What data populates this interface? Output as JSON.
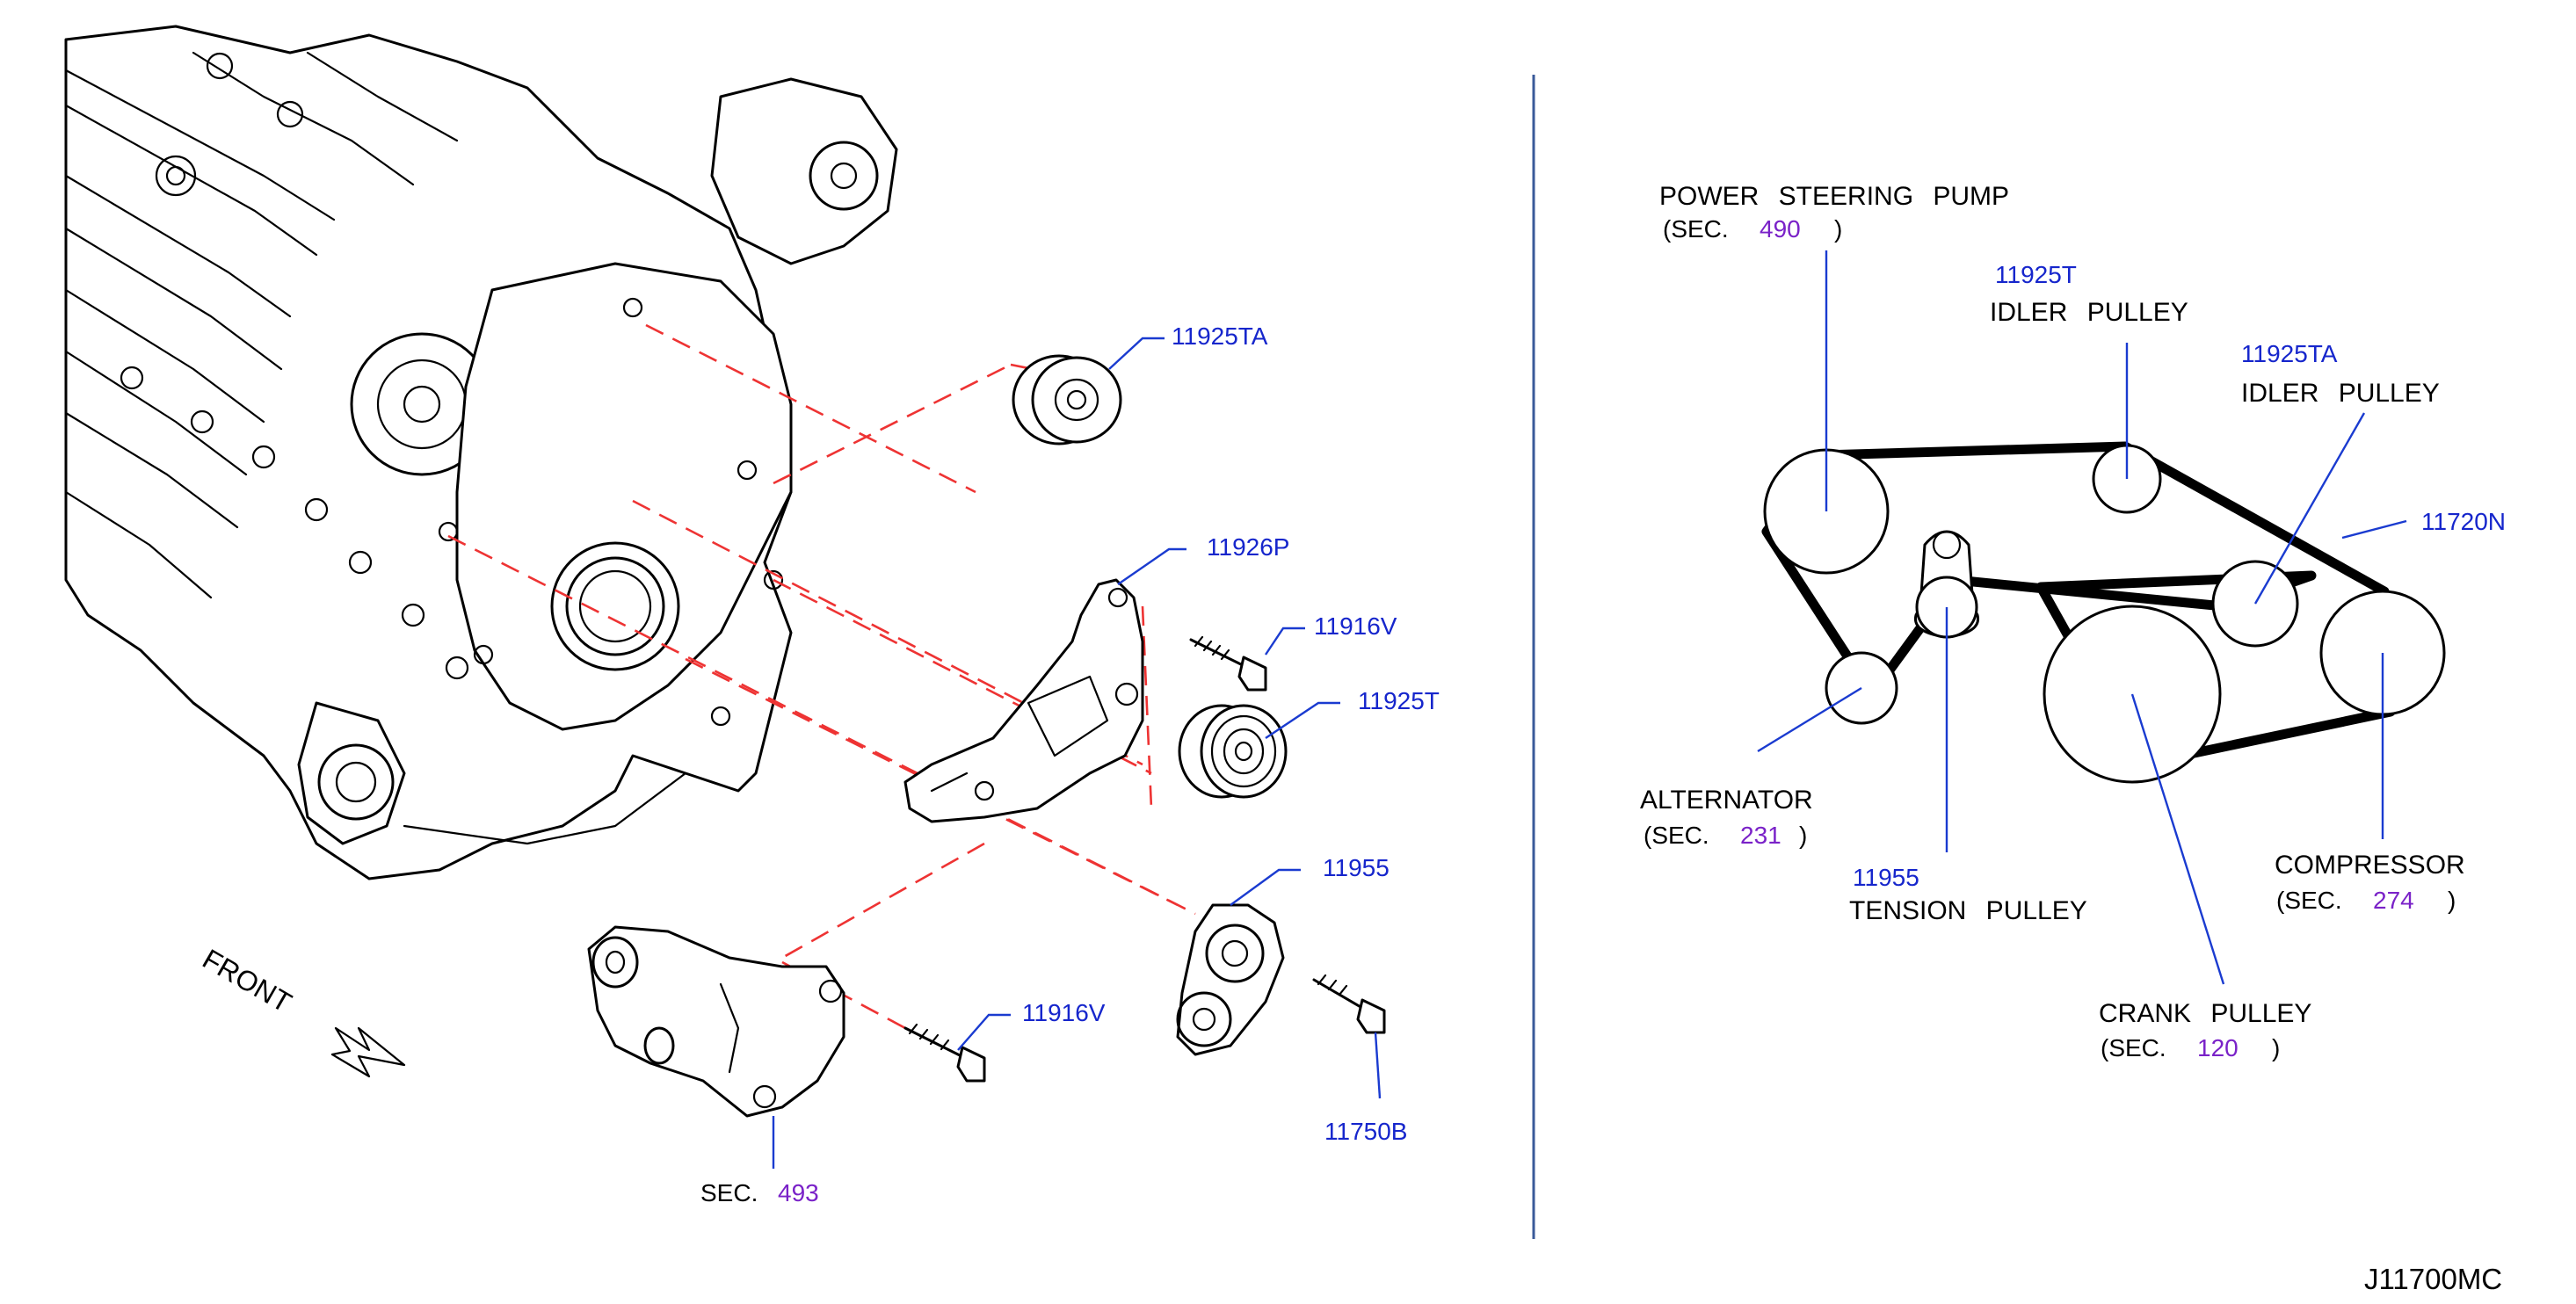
{
  "diagram_id": "J11700MC",
  "exploded_view": {
    "part_11925TA": "11925TA",
    "part_11926P": "11926P",
    "part_11916V_upper": "11916V",
    "part_11925T": "11925T",
    "part_11955": "11955",
    "part_11916V_lower": "11916V",
    "part_11750B": "11750B",
    "front_label": "FRONT",
    "sec_prefix": "SEC.",
    "sec_number": "493"
  },
  "belt_layout": {
    "power_steering": {
      "name": "POWER STEERING PUMP",
      "sec_open": "(SEC.",
      "sec_number": "490",
      "sec_close": ")"
    },
    "idler_t": {
      "part": "11925T",
      "name": "IDLER PULLEY"
    },
    "idler_ta": {
      "part": "11925TA",
      "name": "IDLER PULLEY"
    },
    "belt_part": "11720N",
    "alternator": {
      "name": "ALTERNATOR",
      "sec_open": "(SEC.",
      "sec_number": "231",
      "sec_close": ")"
    },
    "tension": {
      "part": "11955",
      "name": "TENSION PULLEY"
    },
    "compressor": {
      "name": "COMPRESSOR",
      "sec_open": "(SEC.",
      "sec_number": "274",
      "sec_close": ")"
    },
    "crank": {
      "name": "CRANK PULLEY",
      "sec_open": "(SEC.",
      "sec_number": "120",
      "sec_close": ")"
    }
  }
}
